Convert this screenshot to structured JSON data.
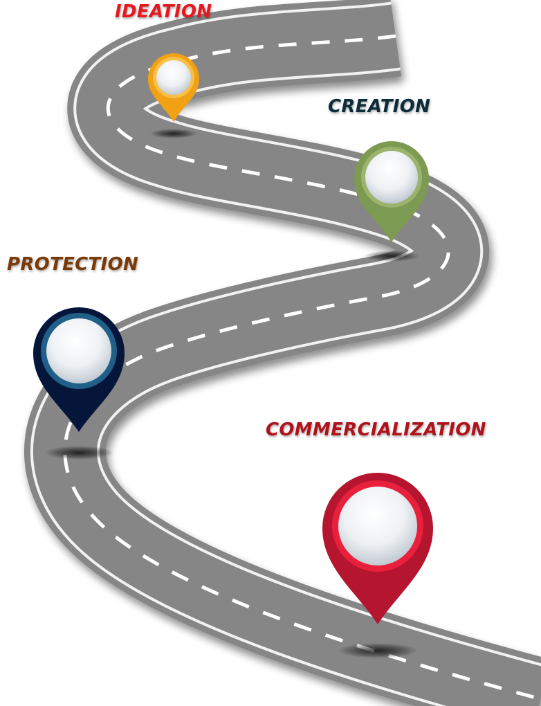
{
  "stages": [
    {
      "id": "ideation",
      "label": "IDEATION",
      "label_color": "#e8181f",
      "pin_color": "#f2a014",
      "pin_ring": "#f8c048"
    },
    {
      "id": "creation",
      "label": "CREATION",
      "label_color": "#0d2c3a",
      "pin_color": "#7c9a52",
      "pin_ring": "#9ab46e"
    },
    {
      "id": "protection",
      "label": "PROTECTION",
      "label_color": "#7a3a08",
      "pin_color": "#06163a",
      "pin_ring": "#1f5f88"
    },
    {
      "id": "commercialization",
      "label": "COMMERCIALIZATION",
      "label_color": "#b0121b",
      "pin_color": "#b5152f",
      "pin_ring": "#e8203c"
    }
  ],
  "colors": {
    "road": "#868686",
    "road_edge": "#f2f2f2",
    "lane_dash": "#ffffff",
    "pin_face": "#eef1f4"
  }
}
